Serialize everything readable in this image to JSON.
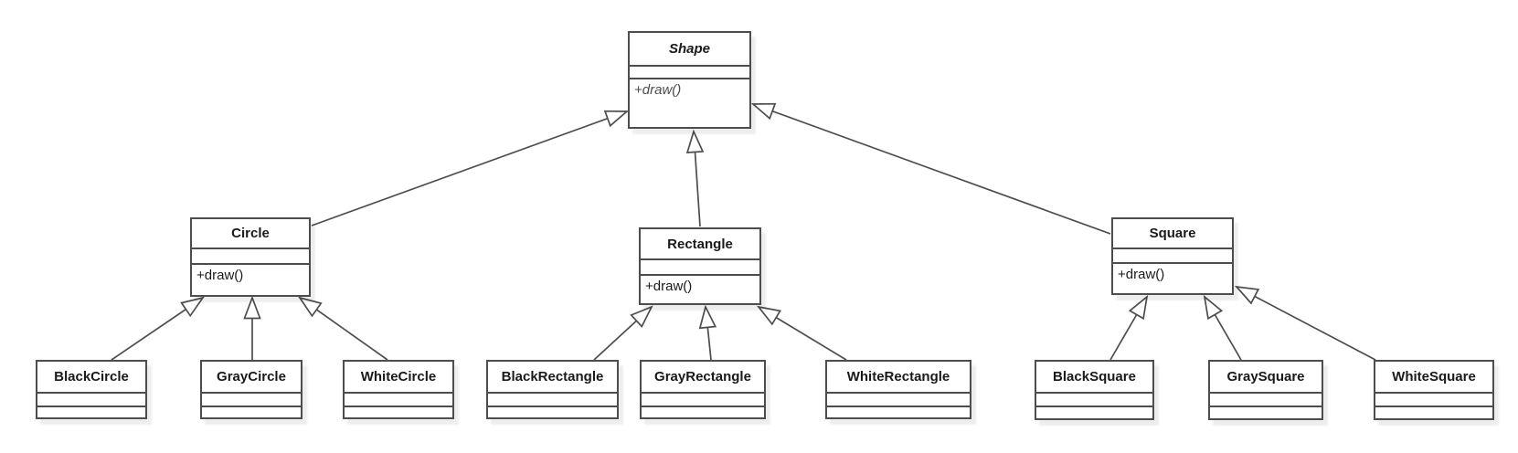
{
  "diagram_type": "uml-class-diagram",
  "classes": {
    "shape": {
      "name": "Shape",
      "abstract": true,
      "attributes": [],
      "methods": [
        "+draw()"
      ]
    },
    "circle": {
      "name": "Circle",
      "abstract": false,
      "attributes": [],
      "methods": [
        "+draw()"
      ]
    },
    "rectangle": {
      "name": "Rectangle",
      "abstract": false,
      "attributes": [],
      "methods": [
        "+draw()"
      ]
    },
    "square": {
      "name": "Square",
      "abstract": false,
      "attributes": [],
      "methods": [
        "+draw()"
      ]
    },
    "black_circle": {
      "name": "BlackCircle",
      "abstract": false,
      "attributes": [],
      "methods": []
    },
    "gray_circle": {
      "name": "GrayCircle",
      "abstract": false,
      "attributes": [],
      "methods": []
    },
    "white_circle": {
      "name": "WhiteCircle",
      "abstract": false,
      "attributes": [],
      "methods": []
    },
    "black_rectangle": {
      "name": "BlackRectangle",
      "abstract": false,
      "attributes": [],
      "methods": []
    },
    "gray_rectangle": {
      "name": "GrayRectangle",
      "abstract": false,
      "attributes": [],
      "methods": []
    },
    "white_rectangle": {
      "name": "WhiteRectangle",
      "abstract": false,
      "attributes": [],
      "methods": []
    },
    "black_square": {
      "name": "BlackSquare",
      "abstract": false,
      "attributes": [],
      "methods": []
    },
    "gray_square": {
      "name": "GraySquare",
      "abstract": false,
      "attributes": [],
      "methods": []
    },
    "white_square": {
      "name": "WhiteSquare",
      "abstract": false,
      "attributes": [],
      "methods": []
    }
  },
  "relations": [
    {
      "from": "Circle",
      "to": "Shape",
      "type": "generalization"
    },
    {
      "from": "Rectangle",
      "to": "Shape",
      "type": "generalization"
    },
    {
      "from": "Square",
      "to": "Shape",
      "type": "generalization"
    },
    {
      "from": "BlackCircle",
      "to": "Circle",
      "type": "generalization"
    },
    {
      "from": "GrayCircle",
      "to": "Circle",
      "type": "generalization"
    },
    {
      "from": "WhiteCircle",
      "to": "Circle",
      "type": "generalization"
    },
    {
      "from": "BlackRectangle",
      "to": "Rectangle",
      "type": "generalization"
    },
    {
      "from": "GrayRectangle",
      "to": "Rectangle",
      "type": "generalization"
    },
    {
      "from": "WhiteRectangle",
      "to": "Rectangle",
      "type": "generalization"
    },
    {
      "from": "BlackSquare",
      "to": "Square",
      "type": "generalization"
    },
    {
      "from": "GraySquare",
      "to": "Square",
      "type": "generalization"
    },
    {
      "from": "WhiteSquare",
      "to": "Square",
      "type": "generalization"
    }
  ],
  "colors": {
    "line": "#4d4d4d",
    "text": "#1a1a1a",
    "background": "#ffffff"
  }
}
